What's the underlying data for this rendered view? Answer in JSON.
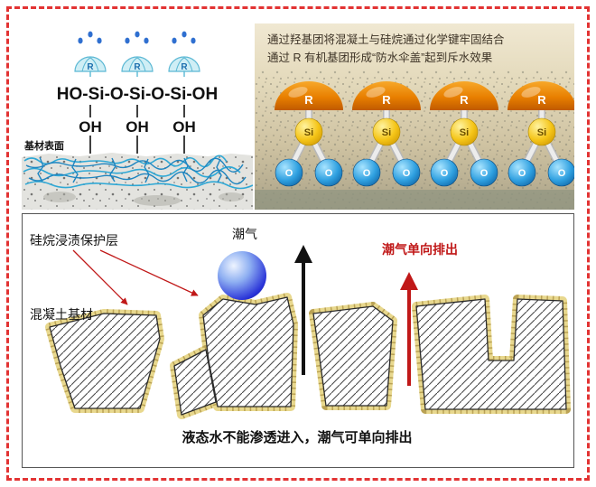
{
  "top_left": {
    "formula": "HO-Si-O-Si-O-Si-OH",
    "r_labels": [
      "R",
      "R",
      "R"
    ],
    "oh_labels": [
      "OH",
      "OH",
      "OH"
    ],
    "surface_label": "基材表面"
  },
  "top_right": {
    "line1": "通过羟基团将混凝土与硅烷通过化学键牢固结合",
    "line2": "通过 R 有机基团形成“防水伞盖”起到斥水效果",
    "r_labels": [
      "R",
      "R",
      "R",
      "R"
    ],
    "si_labels": [
      "Si",
      "Si",
      "Si",
      "Si"
    ],
    "o_labels": [
      "O",
      "O",
      "O",
      "O",
      "O",
      "O",
      "O",
      "O"
    ]
  },
  "bottom": {
    "coating_label": "硅烷浸渍保护层",
    "moisture_label": "潮气",
    "one_way_label": "潮气单向排出",
    "substrate_label": "混凝土基材",
    "caption": "液态水不能渗透进入，潮气可单向排出"
  },
  "colors": {
    "border_red": "#e23333",
    "arrow_red": "#c01818",
    "coating_sand": "#e8d88e",
    "dome_orange": "#e87f00",
    "si_yellow": "#f5c518",
    "o_blue": "#1a7fc0",
    "water_blue": "#1822cc"
  }
}
